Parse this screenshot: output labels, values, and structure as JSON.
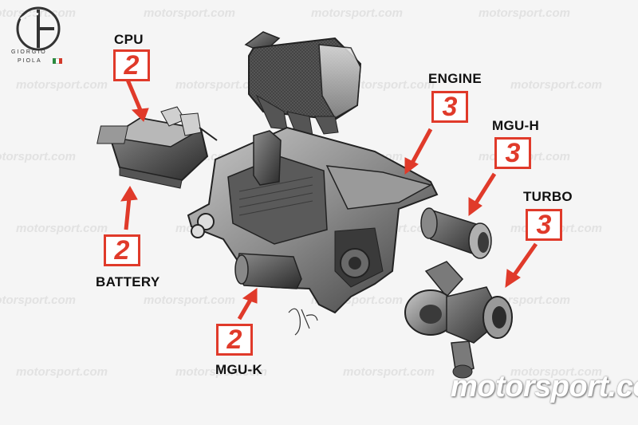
{
  "watermark": {
    "text": "motorsport.com"
  },
  "logo": {
    "name_line1": "GIORGIO",
    "name_line2": "PIOLA"
  },
  "brand": "motorsport.com",
  "components": {
    "cpu": {
      "label": "CPU",
      "count": "2"
    },
    "battery": {
      "label": "BATTERY",
      "count": "2"
    },
    "mguk": {
      "label": "MGU-K",
      "count": "2"
    },
    "engine": {
      "label": "ENGINE",
      "count": "3"
    },
    "mguh": {
      "label": "MGU-H",
      "count": "3"
    },
    "turbo": {
      "label": "TURBO",
      "count": "3"
    }
  },
  "colors": {
    "accent": "#e03a2a",
    "text": "#111111",
    "watermark": "#e2e2e2"
  }
}
